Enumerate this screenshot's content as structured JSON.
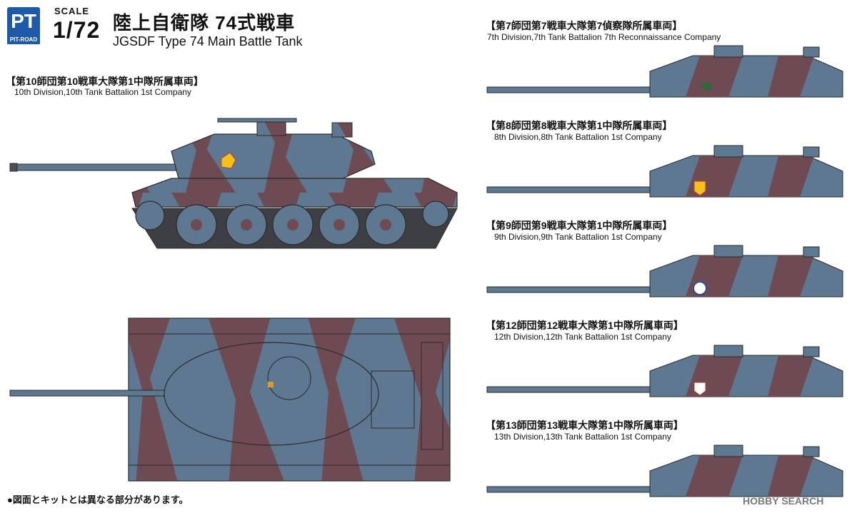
{
  "brand": {
    "logo_glyph": "PT",
    "logo_text": "PIT-ROAD",
    "scale_word": "SCALE",
    "scale_value": "1/72"
  },
  "title": {
    "jp": "陸上自衛隊 74式戦車",
    "en": "JGSDF Type 74 Main Battle Tank"
  },
  "main_variant": {
    "jp": "【第10師団第10戦車大隊第1中隊所属車両】",
    "en": "10th Division,10th Tank Battalion 1st Company"
  },
  "variants": [
    {
      "jp": "【第7師団第7戦車大隊第7偵察隊所属車両】",
      "en": "7th Division,7th Tank Battalion 7th Reconnaissance Company"
    },
    {
      "jp": "【第8師団第8戦車大隊第1中隊所属車両】",
      "en": "8th Division,8th Tank Battalion 1st Company"
    },
    {
      "jp": "【第9師団第9戦車大隊第1中隊所属車両】",
      "en": "9th Division,9th Tank Battalion 1st Company"
    },
    {
      "jp": "【第12師団第12戦車大隊第1中隊所属車両】",
      "en": "12th Division,12th Tank Battalion 1st Company"
    },
    {
      "jp": "【第13師団第13戦車大隊第1中隊所属車両】",
      "en": "13th Division,13th Tank Battalion 1st Company"
    }
  ],
  "note": "●図面とキットとは異なる部分があります。",
  "watermark": "HOBBY SEARCH",
  "colors": {
    "camo_blue": "#5e7891",
    "camo_brown": "#6e4a52",
    "hull_dark": "#4a4f58",
    "outline": "#2b2b2b",
    "logo_blue": "#1f5aa8"
  }
}
